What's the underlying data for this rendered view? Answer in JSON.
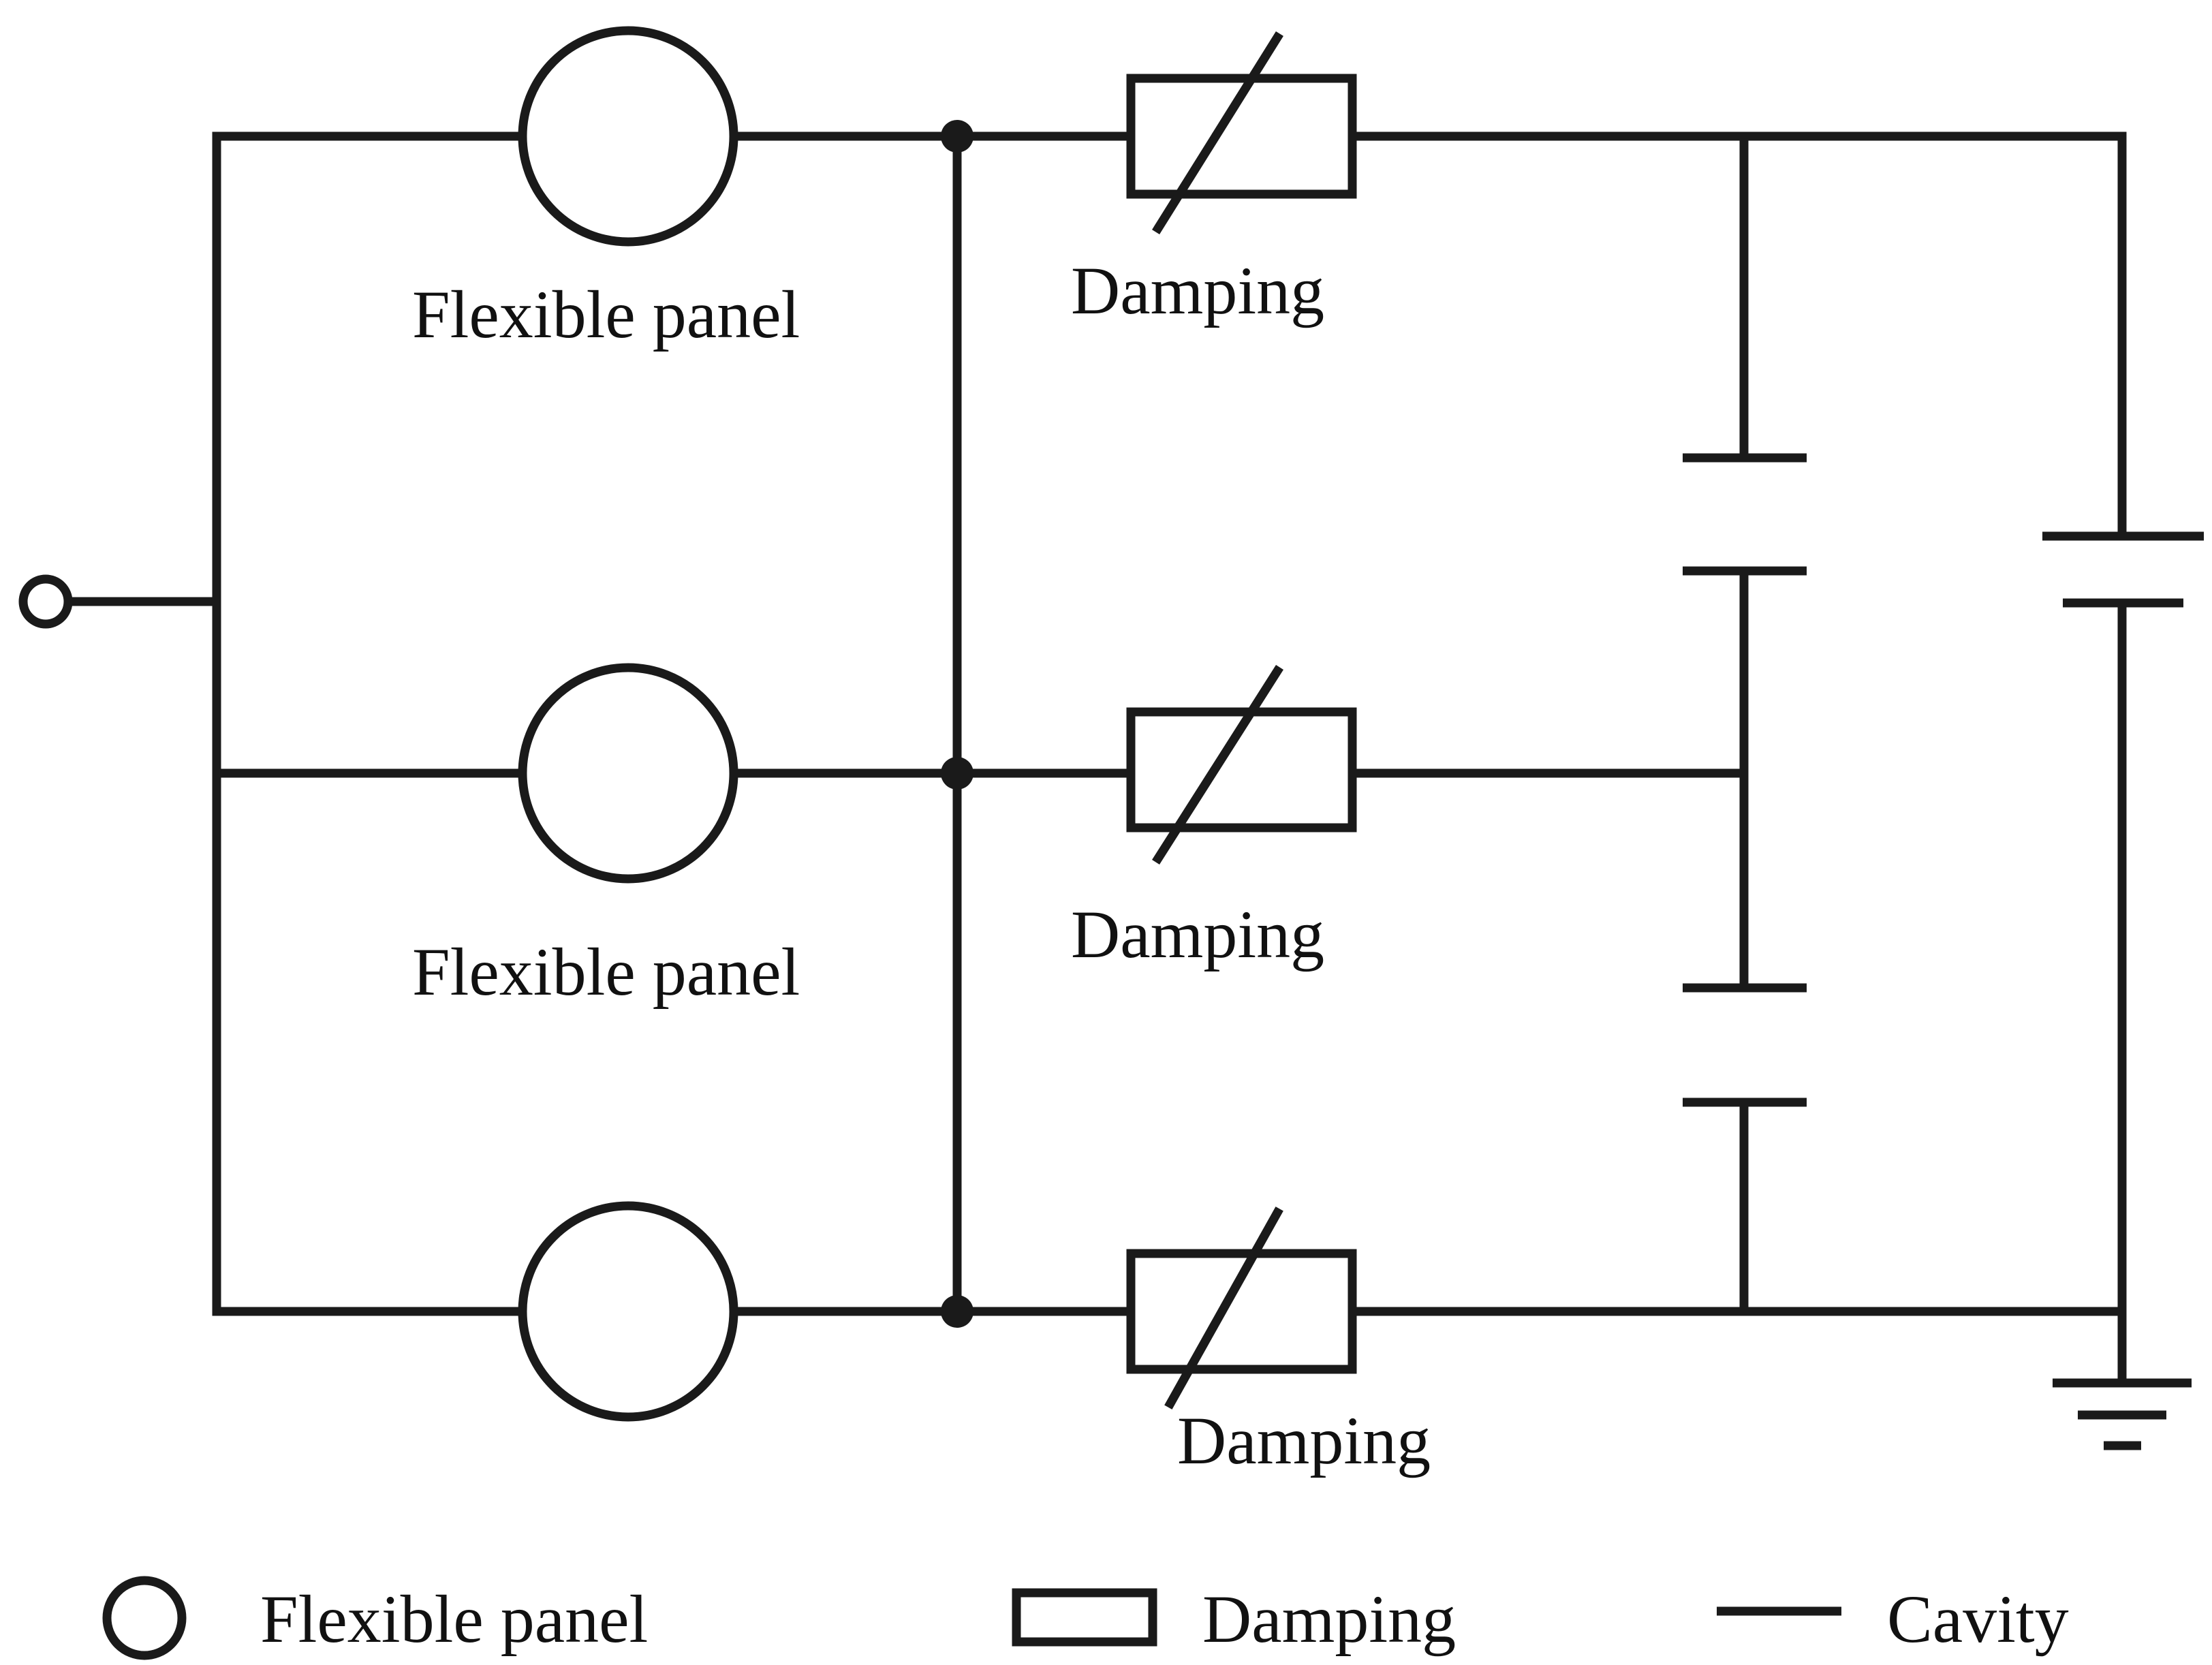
{
  "labels": {
    "panel_top": "Flexible panel",
    "panel_middle": "Flexible panel",
    "damping_top": "Damping",
    "damping_middle": "Damping",
    "damping_bottom": "Damping"
  },
  "legend": {
    "panel": "Flexible panel",
    "damping": "Damping",
    "cavity": "Cavity"
  },
  "colors": {
    "line": "#1a1a1a",
    "background": "#ffffff"
  }
}
